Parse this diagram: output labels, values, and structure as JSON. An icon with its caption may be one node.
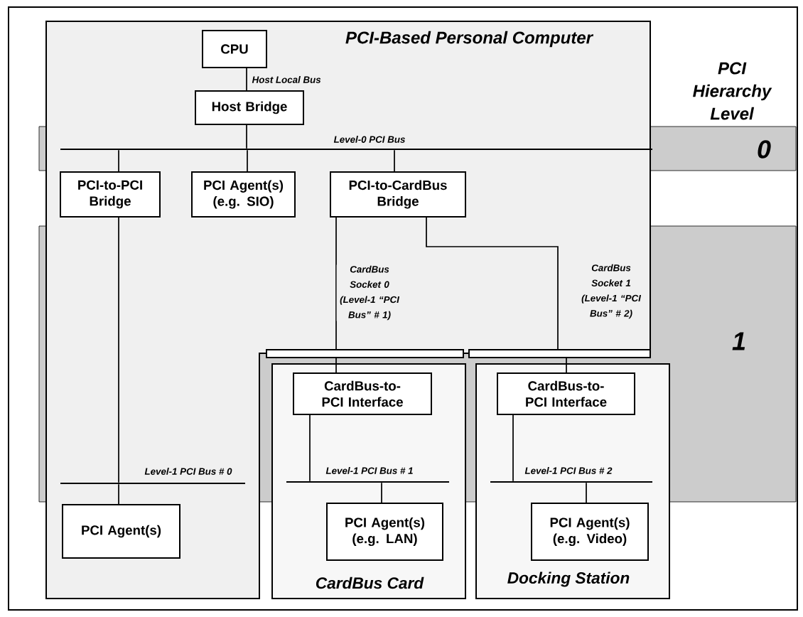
{
  "diagram": {
    "nodes": [
      {
        "text": [
          "PCI-Based Personal Computer"
        ]
      },
      {
        "text": [
          "CPU"
        ],
        "in": 0
      },
      {
        "text": [
          "Host Bridge"
        ],
        "in": 0
      },
      {
        "text": [
          "Level-0 PCI Bus"
        ],
        "in": 0
      },
      {
        "text": [
          "PCI-to-PCI Bridge"
        ],
        "in": 0
      },
      {
        "text": [
          "PCI Agent(s) (e.g. SIO)"
        ],
        "in": 0
      },
      {
        "text": [
          "PCI-to-CardBus Bridge"
        ],
        "in": 0
      },
      {
        "text": [
          "Level-1 PCI Bus # 0"
        ],
        "in": 0
      },
      {
        "text": [
          "PCI Agent(s)"
        ],
        "in": 0
      },
      {
        "text": [],
        "shape": "bar"
      },
      {
        "text": [],
        "shape": "bar"
      },
      {
        "text": [
          "CardBus Card"
        ]
      },
      {
        "text": [
          "CardBus-to-PCI Interface"
        ],
        "in": 11
      },
      {
        "text": [
          "Level-1 PCI Bus # 1"
        ],
        "in": 11
      },
      {
        "text": [
          "PCI Agent(s) (e.g. LAN)"
        ],
        "in": 11
      },
      {
        "text": [
          "Docking Station"
        ]
      },
      {
        "text": [
          "CardBus-to-PCI Interface"
        ],
        "in": 15
      },
      {
        "text": [
          "Level-1 PCI Bus # 2"
        ],
        "in": 15
      },
      {
        "text": [
          "PCI Agent(s) (e.g. Video)"
        ],
        "in": 15
      }
    ],
    "edges": [
      {
        "from": 1,
        "to": 2,
        "arrow": "none",
        "label": "Host Local Bus"
      },
      {
        "from": 2,
        "to": 3,
        "arrow": "none"
      },
      {
        "from": 3,
        "to": 4,
        "arrow": "none"
      },
      {
        "from": 3,
        "to": 5,
        "arrow": "none"
      },
      {
        "from": 3,
        "to": 6,
        "arrow": "none"
      },
      {
        "from": 4,
        "to": 7,
        "arrow": "none"
      },
      {
        "from": 7,
        "to": 8,
        "arrow": "none"
      },
      {
        "from": 6,
        "to": 9,
        "arrow": "none",
        "label": "CardBus Socket 0 (Level-1 “PCI Bus” # 1)"
      },
      {
        "from": 6,
        "to": 10,
        "arrow": "none",
        "label": "CardBus Socket 1 (Level-1 “PCI Bus” # 2)"
      },
      {
        "from": 9,
        "to": 12,
        "arrow": "none"
      },
      {
        "from": 12,
        "to": 13,
        "arrow": "none"
      },
      {
        "from": 13,
        "to": 14,
        "arrow": "none"
      },
      {
        "from": 10,
        "to": 16,
        "arrow": "none"
      },
      {
        "from": 16,
        "to": 17,
        "arrow": "none"
      },
      {
        "from": 17,
        "to": 18,
        "arrow": "none"
      }
    ],
    "labels": [
      "PCI Hierarchy Level",
      "0",
      "1"
    ]
  }
}
